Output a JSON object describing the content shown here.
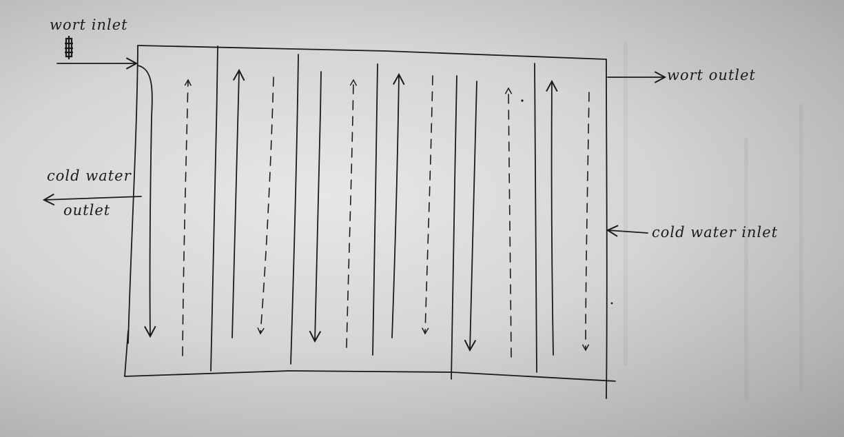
{
  "labels": {
    "wort_inlet": "wort inlet",
    "wort_outlet": "wort outlet",
    "cold_water_outlet_line1": "cold water",
    "cold_water_outlet_line2": "outlet",
    "cold_water_inlet": "cold water inlet"
  },
  "colors": {
    "ink": "#1a1a1a",
    "paper": "#d9dad9"
  },
  "flow": {
    "wort_channels": [
      "down",
      "up",
      "down",
      "up",
      "down",
      "up"
    ],
    "water_channels": [
      "up",
      "down",
      "up",
      "down",
      "up",
      "down"
    ]
  }
}
